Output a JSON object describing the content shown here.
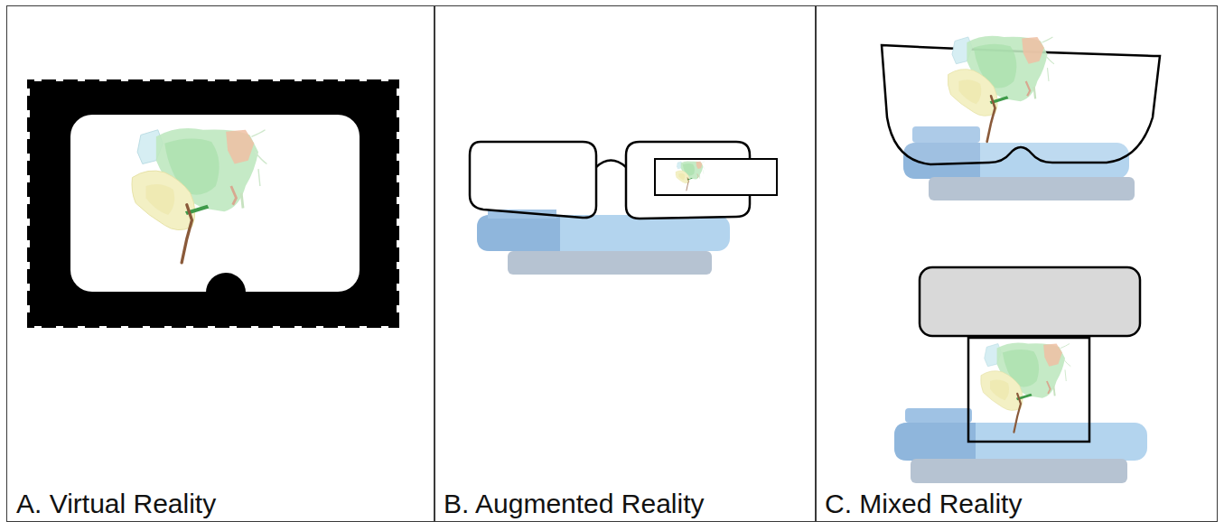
{
  "diagram": {
    "nodes": [
      {
        "text": [
          "A. Virtual Reality"
        ]
      },
      {
        "text": [
          "B. Augmented Reality"
        ]
      },
      {
        "text": [
          "C. Mixed Reality"
        ]
      }
    ]
  }
}
